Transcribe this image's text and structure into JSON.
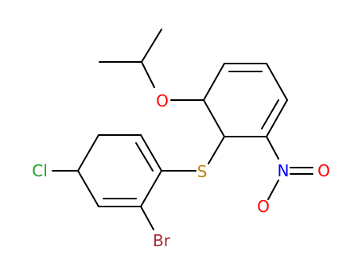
{
  "molecule": {
    "atoms": {
      "oxygen_ether": {
        "symbol": "O"
      },
      "sulfur": {
        "symbol": "S"
      },
      "chlorine": {
        "symbol": "Cl"
      },
      "bromine": {
        "symbol": "Br"
      },
      "nitrogen": {
        "symbol": "N"
      },
      "oxygen_nitro_right": {
        "symbol": "O"
      },
      "oxygen_nitro_bottom": {
        "symbol": "O"
      }
    },
    "colors": {
      "bond": "#000000",
      "oxygen": "#ff0000",
      "sulfur": "#b8860b",
      "chlorine": "#1fa01f",
      "bromine": "#a52a2a",
      "nitrogen": "#0000ff"
    }
  }
}
